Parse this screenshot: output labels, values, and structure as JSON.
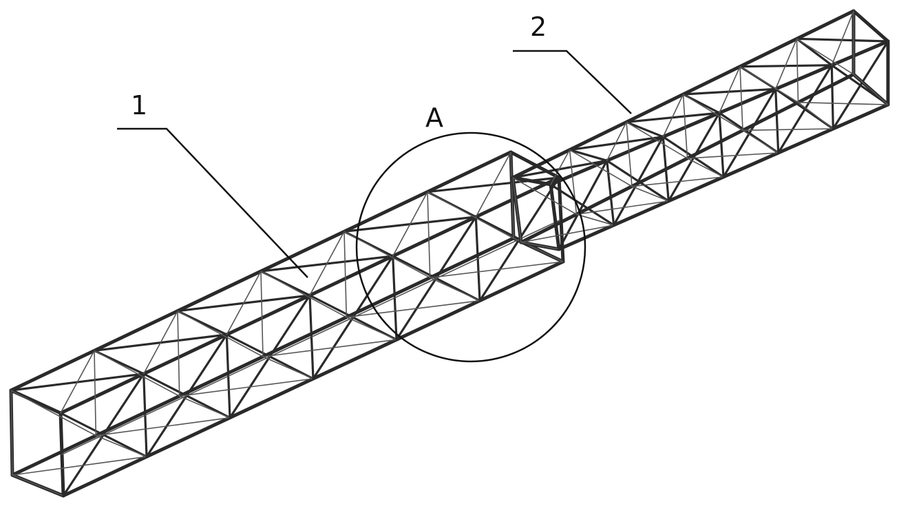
{
  "figure": {
    "labels": {
      "part_1": "1",
      "part_2": "2",
      "detail_a": "A"
    },
    "colors": {
      "line": "#2a2a2a",
      "background": "#ffffff"
    }
  }
}
